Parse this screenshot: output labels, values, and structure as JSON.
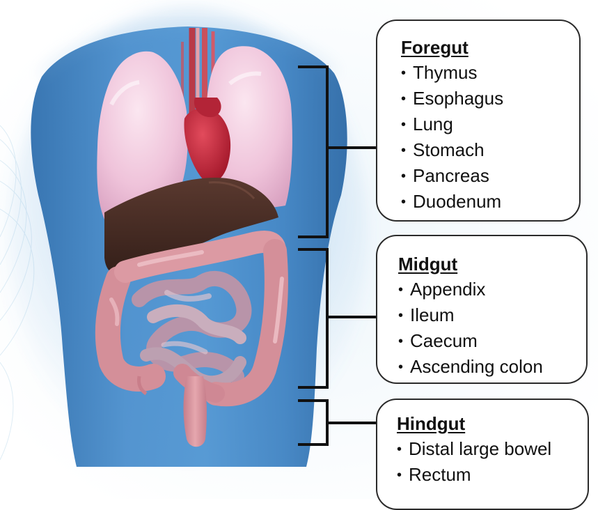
{
  "diagram": {
    "groups": [
      {
        "key": "foregut",
        "title": "Foregut",
        "items": [
          "Thymus",
          "Esophagus",
          "Lung",
          "Stomach",
          "Pancreas",
          "Duodenum"
        ]
      },
      {
        "key": "midgut",
        "title": "Midgut",
        "items": [
          "Appendix",
          "Ileum",
          "Caecum",
          "Ascending colon"
        ]
      },
      {
        "key": "hindgut",
        "title": "Hindgut",
        "items": [
          "Distal large bowel",
          "Rectum"
        ]
      }
    ]
  },
  "colors": {
    "skin": "#3f84c6",
    "lung": "#f0c6dc",
    "liver": "#4a2e25",
    "heart": "#c8283a",
    "intestine": "#d89aa0",
    "small_intestine": "#c3a9b9",
    "bracket": "#111111",
    "box_border": "#2a2a2a"
  }
}
